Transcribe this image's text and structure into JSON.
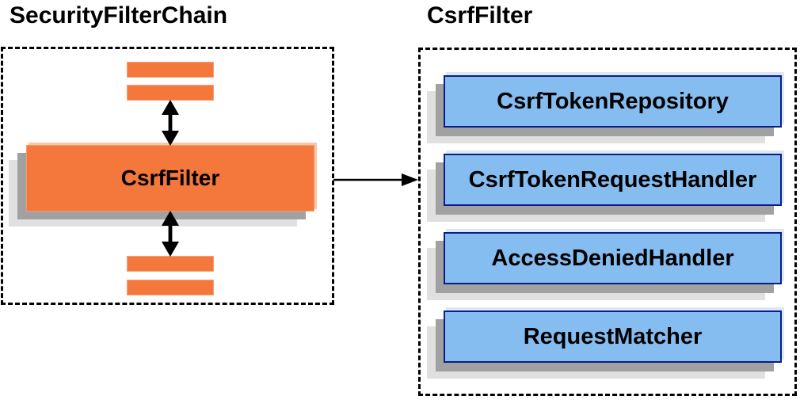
{
  "diagram": {
    "left_panel": {
      "title": "SecurityFilterChain",
      "node_label": "CsrfFilter"
    },
    "right_panel": {
      "title": "CsrfFilter",
      "components": [
        "CsrfTokenRepository",
        "CsrfTokenRequestHandler",
        "AccessDeniedHandler",
        "RequestMatcher"
      ]
    },
    "colors": {
      "orange_fill": "#f4773c",
      "blue_fill": "#85bdf1",
      "blue_border": "#0d1c87",
      "shadow_dark": "#a1a1a1",
      "shadow_light": "#e0e0e0",
      "dashed_border": "#000000",
      "arrow": "#000000"
    }
  }
}
